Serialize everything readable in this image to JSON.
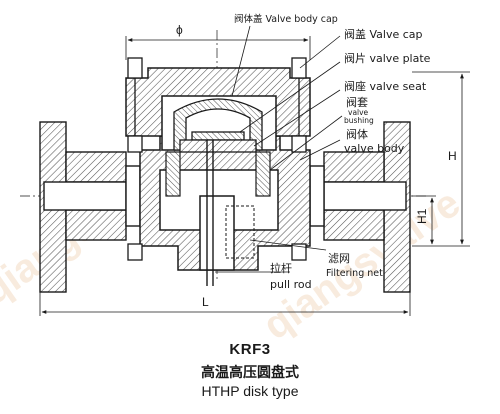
{
  "labels": {
    "valve_body_cap": "阀体盖 Valve body cap",
    "valve_cap": "阀盖 Valve cap",
    "valve_plate": "阀片 valve plate",
    "valve_seat": "阀座 valve seat",
    "valve_bushing_cn": "阀套",
    "valve_bushing_en_1": "valve",
    "valve_bushing_en_2": "bushing",
    "valve_body_cn": "阀体",
    "valve_body_en": "valve body",
    "filtering_net_cn": "滤网",
    "filtering_net_en": "Filtering net",
    "pull_rod_cn": "拉杆",
    "pull_rod_en": "pull rod"
  },
  "dimensions": {
    "phi": "ϕ",
    "H": "H",
    "H1": "H1",
    "L": "L"
  },
  "caption": {
    "model": "KRF3",
    "name_cn": "高温高压圆盘式",
    "name_en": "HTHP disk type"
  },
  "watermark": "qiangsvalve",
  "colors": {
    "line": "#1a1a1a",
    "hatch": "#555555",
    "watermark": "#e8b98a"
  }
}
